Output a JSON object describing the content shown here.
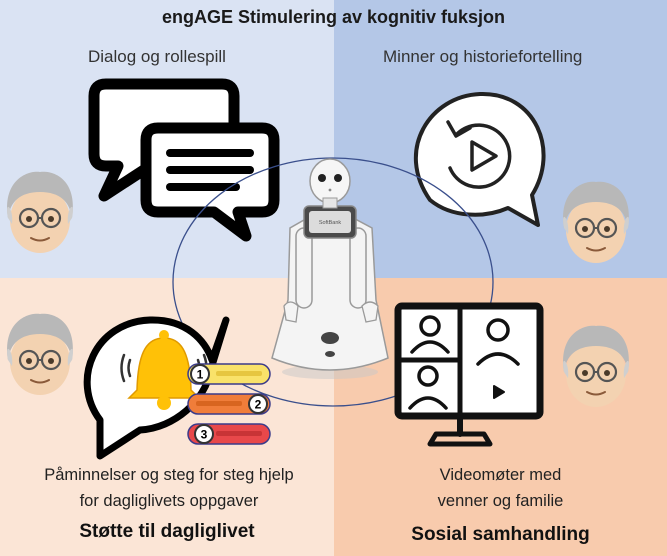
{
  "title": "engAGE Stimulering av kognitiv fuksjon",
  "quadrants": {
    "top_left": {
      "label": "Dialog og rollespill",
      "icon": "speech-bubbles-icon"
    },
    "top_right": {
      "label": "Minner og historiefortelling",
      "icon": "replay-bubble-icon"
    },
    "bottom_left": {
      "caption_line1": "Påminnelser og steg for steg hjelp",
      "caption_line2": "for dagliglivets oppgaver",
      "heading": "Støtte til dagliglivet",
      "icon": "bell-reminder-icon",
      "steps": [
        "1",
        "2",
        "3"
      ]
    },
    "bottom_right": {
      "caption_line1": "Videomøter med",
      "caption_line2": "venner og familie",
      "heading": "Sosial samhandling",
      "icon": "video-call-monitor-icon"
    }
  },
  "center": {
    "icon": "robot-icon",
    "brand": "SoftBank"
  },
  "colors": {
    "top_left": "#dae3f3",
    "top_right": "#b4c7e7",
    "bottom_left": "#fbe5d6",
    "bottom_right": "#f8cbad",
    "ellipse": "#3a4f8c"
  }
}
